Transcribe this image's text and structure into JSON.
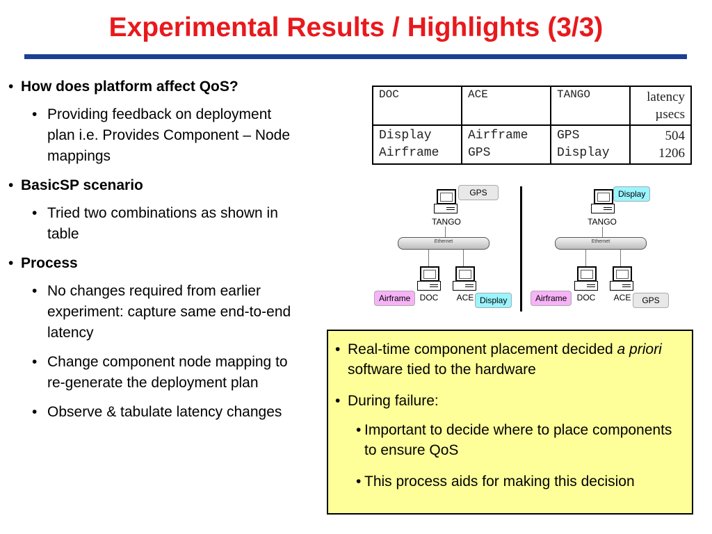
{
  "slide": {
    "title": "Experimental Results / Highlights (3/3)",
    "colors": {
      "title": "#e8191c",
      "rule": "#1c3f94",
      "note_bg": "#ffff99"
    }
  },
  "bullets": [
    {
      "text": "How does platform affect QoS?",
      "subs": [
        "Providing feedback on deployment plan i.e. Provides Component – Node mappings"
      ]
    },
    {
      "text": "BasicSP scenario",
      "subs": [
        "Tried two combinations as shown in table"
      ]
    },
    {
      "text": "Process",
      "subs": [
        "No changes required from earlier experiment: capture same end-to-end latency",
        "Change component node mapping to re-generate the deployment plan",
        "Observe & tabulate latency changes"
      ]
    }
  ],
  "table": {
    "headers": [
      "DOC",
      "ACE",
      "TANGO",
      "latency",
      "µsecs"
    ],
    "rows": [
      [
        "Display",
        "Airframe",
        "GPS",
        "504"
      ],
      [
        "Airframe",
        "GPS",
        "Display",
        "1206"
      ]
    ]
  },
  "diagrams": {
    "left": {
      "top_tag": "GPS",
      "top_node": "TANGO",
      "bus": "Ethernet",
      "node1": "DOC",
      "node2": "ACE",
      "tag1": "Airframe",
      "tag2": "Display"
    },
    "right": {
      "top_tag": "Display",
      "top_node": "TANGO",
      "bus": "Ethernet",
      "node1": "DOC",
      "node2": "ACE",
      "tag1": "Airframe",
      "tag2": "GPS"
    }
  },
  "note": {
    "line1_pre": "Real-time component placement decided ",
    "line1_em": "a priori",
    "line1_post": " software tied to the hardware",
    "line2": "During failure:",
    "subs": [
      "Important to decide where to place components to ensure QoS",
      "This process aids for making this decision"
    ]
  }
}
